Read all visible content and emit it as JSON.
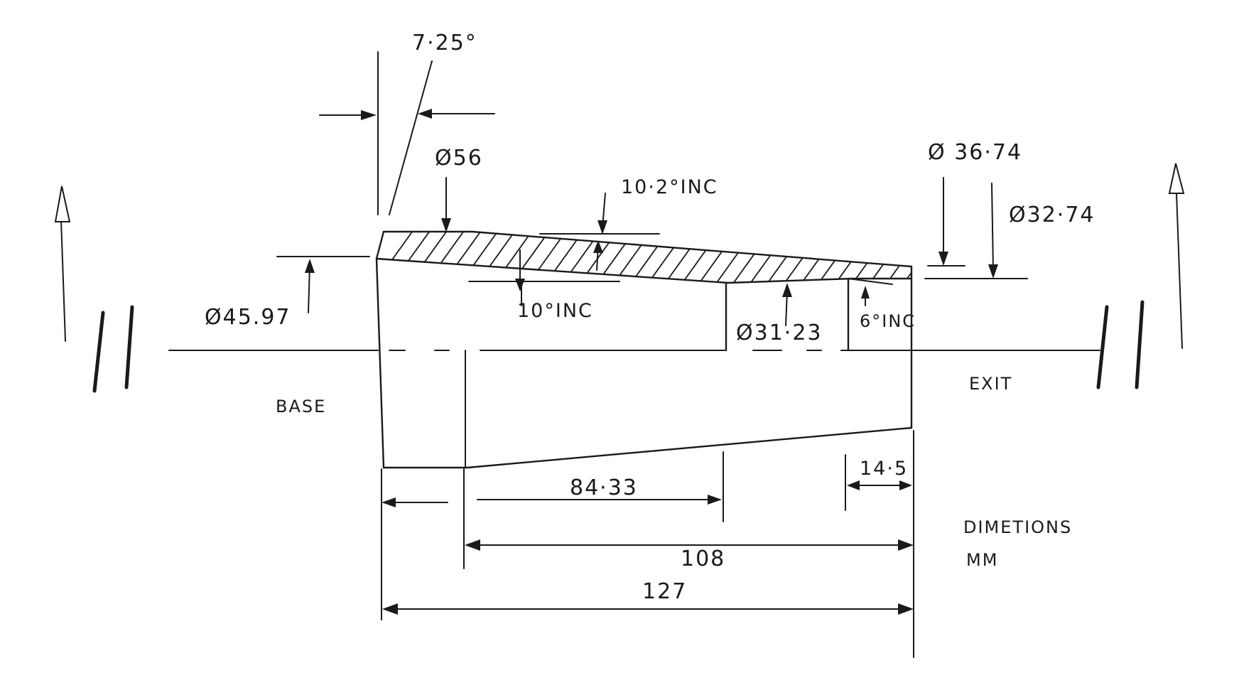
{
  "labels": {
    "angle_top": "7·25°",
    "dia_56": "Ø56",
    "angle_10_2": "10·2°INC",
    "dia_36_74": "Ø 36·74",
    "dia_32_74": "Ø32·74",
    "dia_45_97": "Ø45.97",
    "angle_10": "10°INC",
    "dia_31_23": "Ø31·23",
    "angle_6": "6°INC",
    "base": "BASE",
    "exit": "EXIT",
    "len_84_33": "84·33",
    "len_14_5": "14·5",
    "len_108": "108",
    "len_127": "127",
    "units_line1": "DIMETIONS",
    "units_line2": "MM"
  }
}
